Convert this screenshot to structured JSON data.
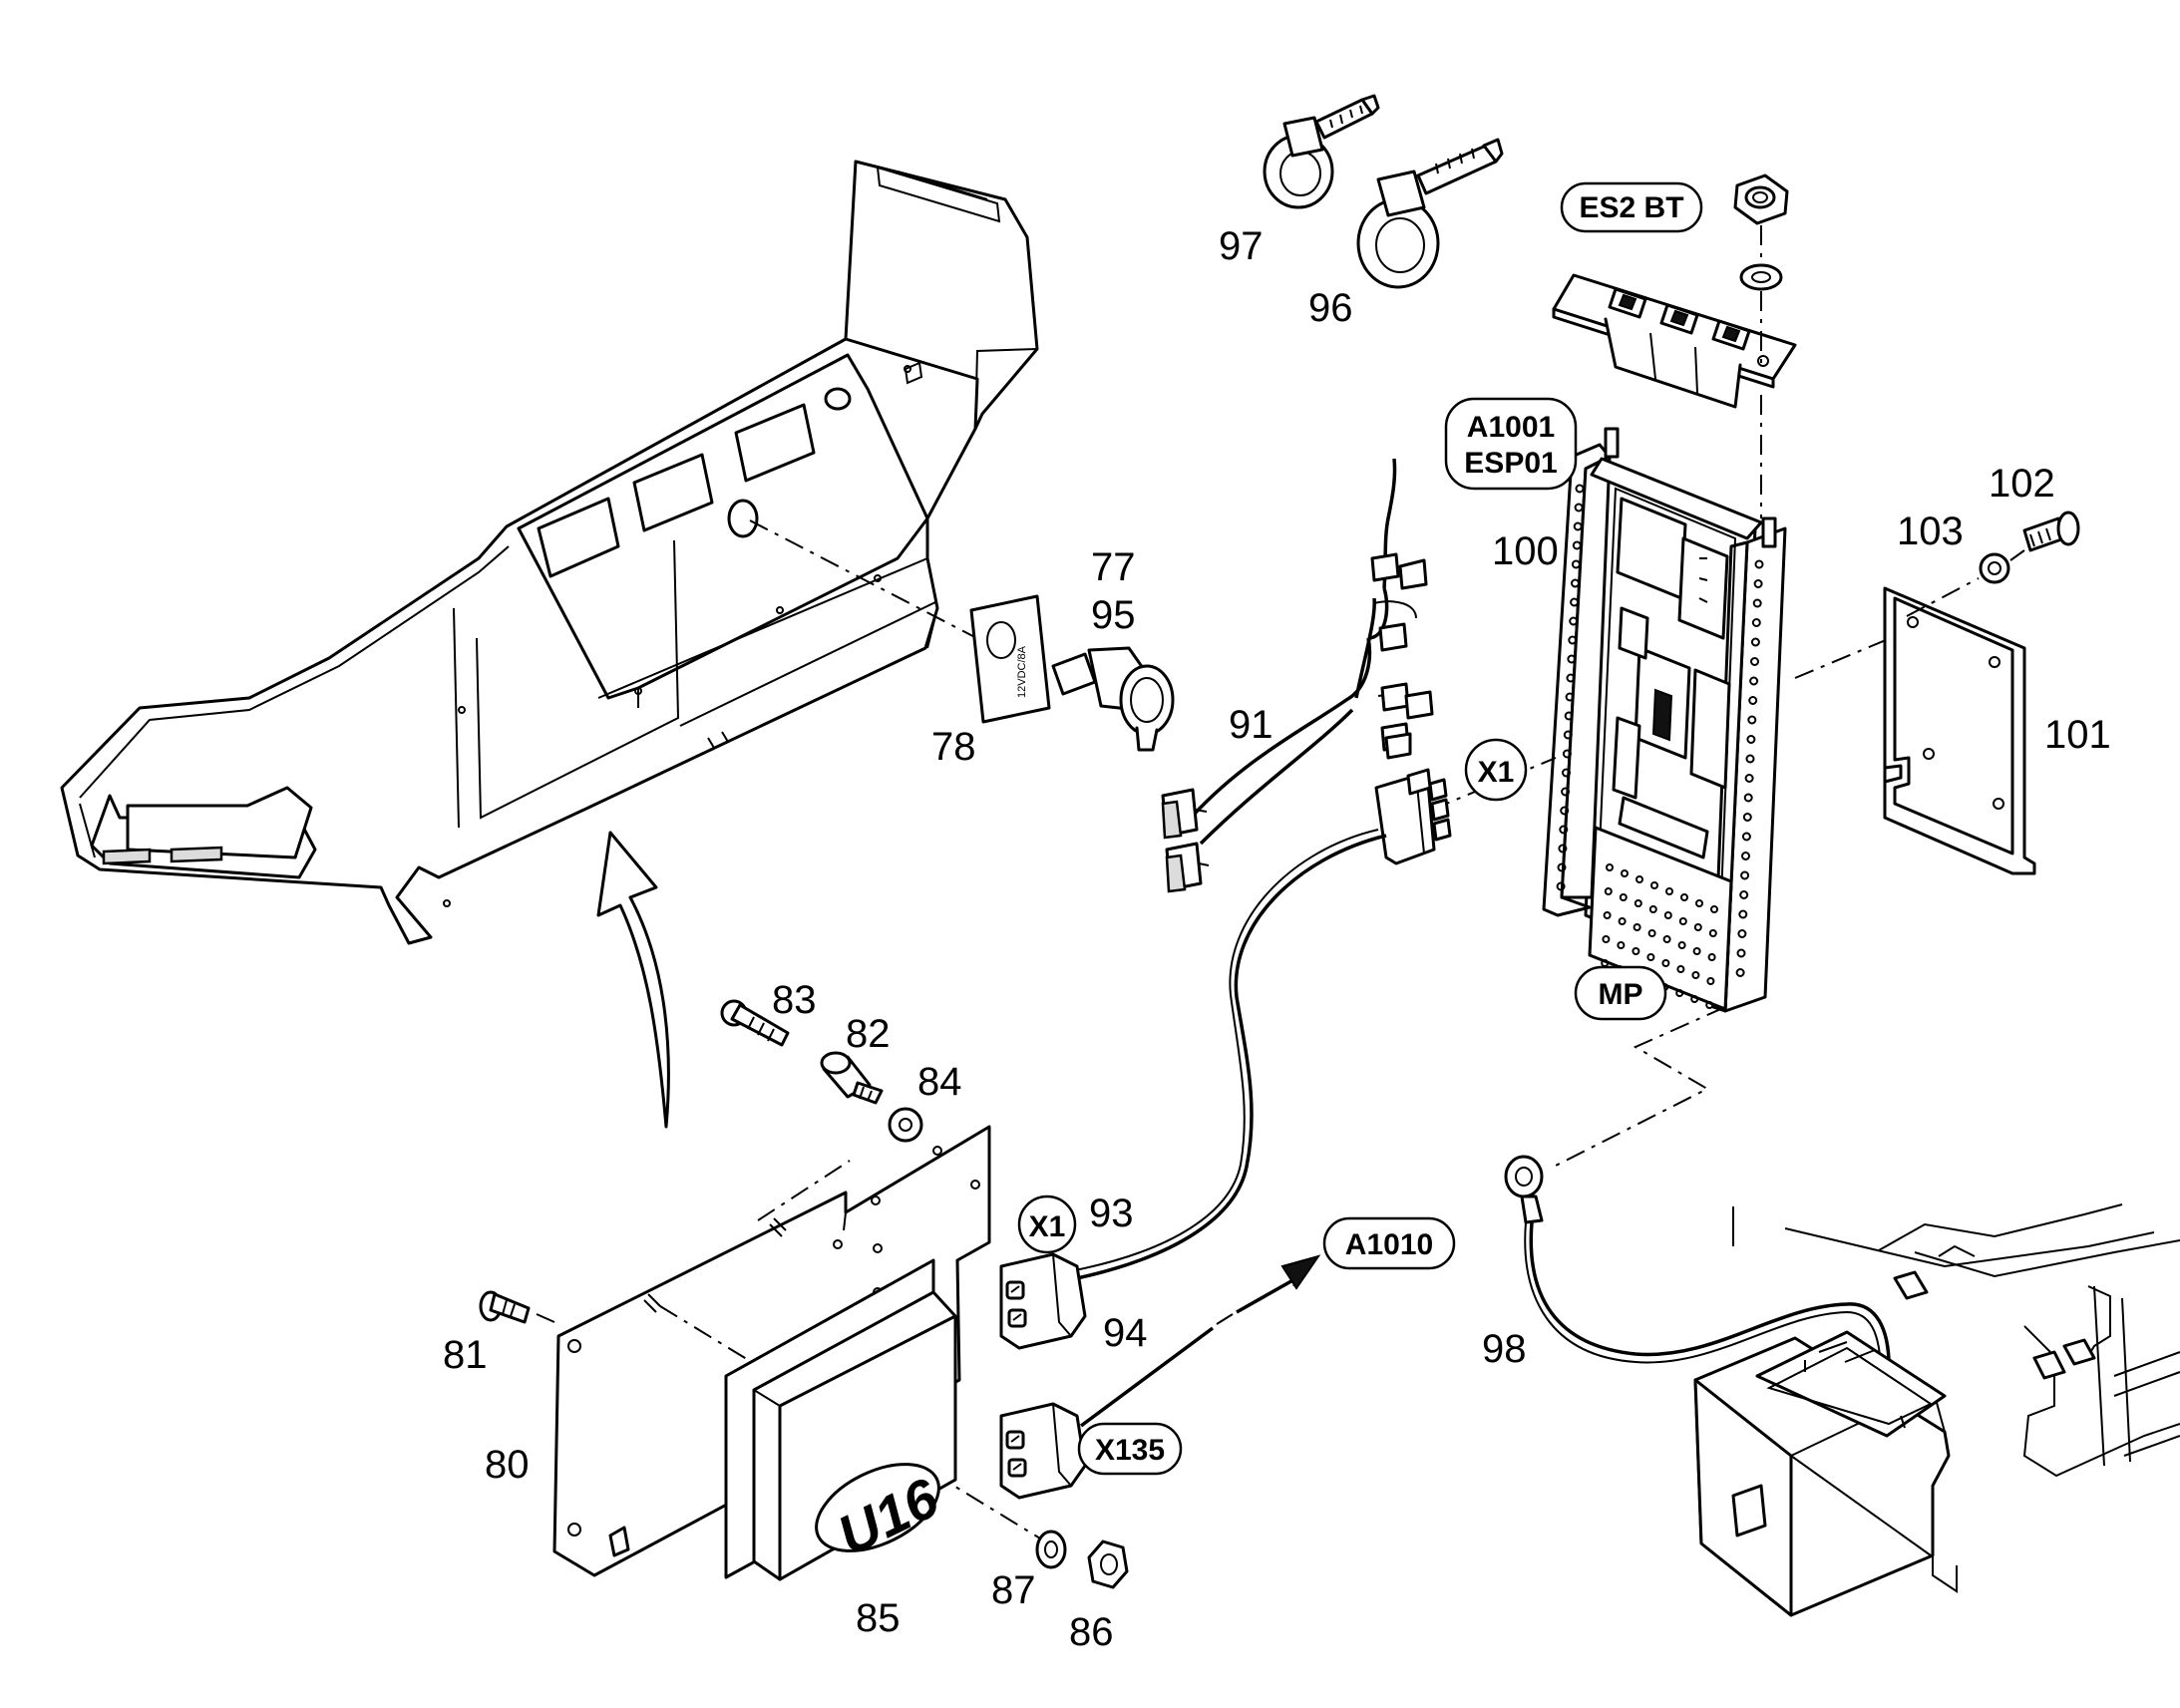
{
  "callouts": {
    "n77": "77",
    "n78": "78",
    "n80": "80",
    "n81": "81",
    "n82": "82",
    "n83": "83",
    "n84": "84",
    "n85": "85",
    "n86": "86",
    "n87": "87",
    "n91": "91",
    "n93": "93",
    "n94": "94",
    "n95": "95",
    "n96": "96",
    "n97": "97",
    "n98": "98",
    "n100": "100",
    "n101": "101",
    "n102": "102",
    "n103": "103"
  },
  "tags": {
    "es2bt": "ES2 BT",
    "a1001": "A1001",
    "esp01": "ESP01",
    "x1_upper": "X1",
    "x1_lower": "X1",
    "mp": "MP",
    "a1010": "A1010",
    "x135": "X135"
  },
  "module_label": "U16",
  "socket_decal": "12VDC/8A",
  "icons": {
    "console": "instrument-console-housing",
    "socket": "power-socket",
    "ecu": "control-unit-module",
    "board": "circuit-board",
    "cable_tie": "cable-tie",
    "ground_cable": "ground-cable",
    "arrow": "assembly-direction-arrow"
  }
}
